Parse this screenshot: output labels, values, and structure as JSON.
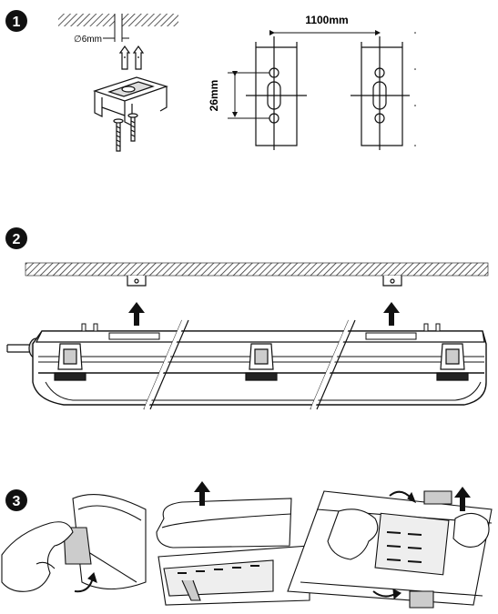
{
  "steps": [
    {
      "number": "1"
    },
    {
      "number": "2"
    },
    {
      "number": "3"
    }
  ],
  "dimensions": {
    "hole_diameter": "∅6mm",
    "spacing": "1100mm",
    "slot_height": "26mm"
  }
}
